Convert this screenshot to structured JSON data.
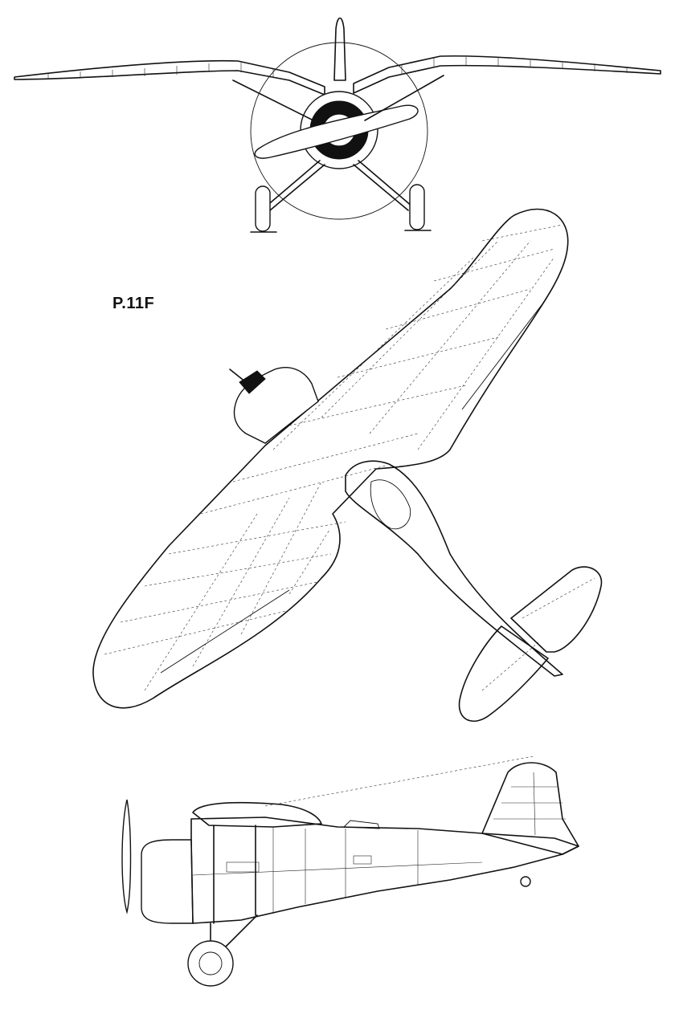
{
  "drawing": {
    "designation": "P.11F",
    "views": [
      "front-view",
      "top-view",
      "side-view"
    ],
    "ink_color": "#111111",
    "paper_color": "#ffffff"
  }
}
